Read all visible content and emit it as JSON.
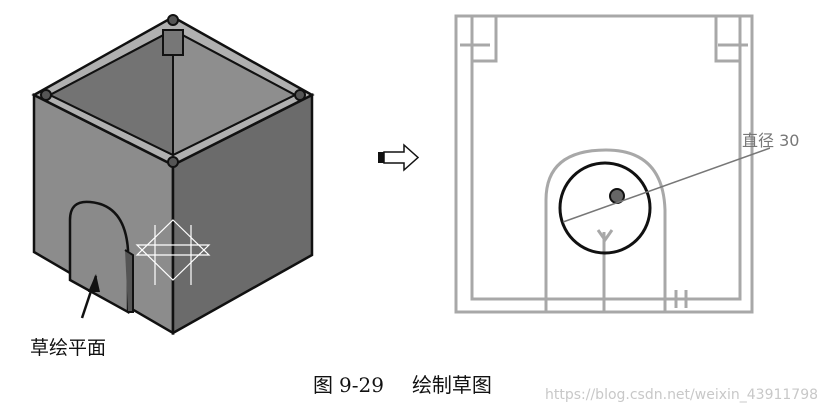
{
  "figure": {
    "left_view": {
      "title": "3D box model",
      "annotation": "草绘平面"
    },
    "arrow": "right-arrow",
    "right_view": {
      "title": "sketch view",
      "dimension_label": "直径 30"
    },
    "caption": {
      "prefix": "图",
      "number": "9-29",
      "text": "绘制草图"
    },
    "watermark": "https://blog.csdn.net/weixin_43911798"
  },
  "colors": {
    "model_face_left": "#8a8a8a",
    "model_face_right": "#6a6a6a",
    "sketch_gray": "#a8a8a8",
    "circle_black": "#111111"
  }
}
